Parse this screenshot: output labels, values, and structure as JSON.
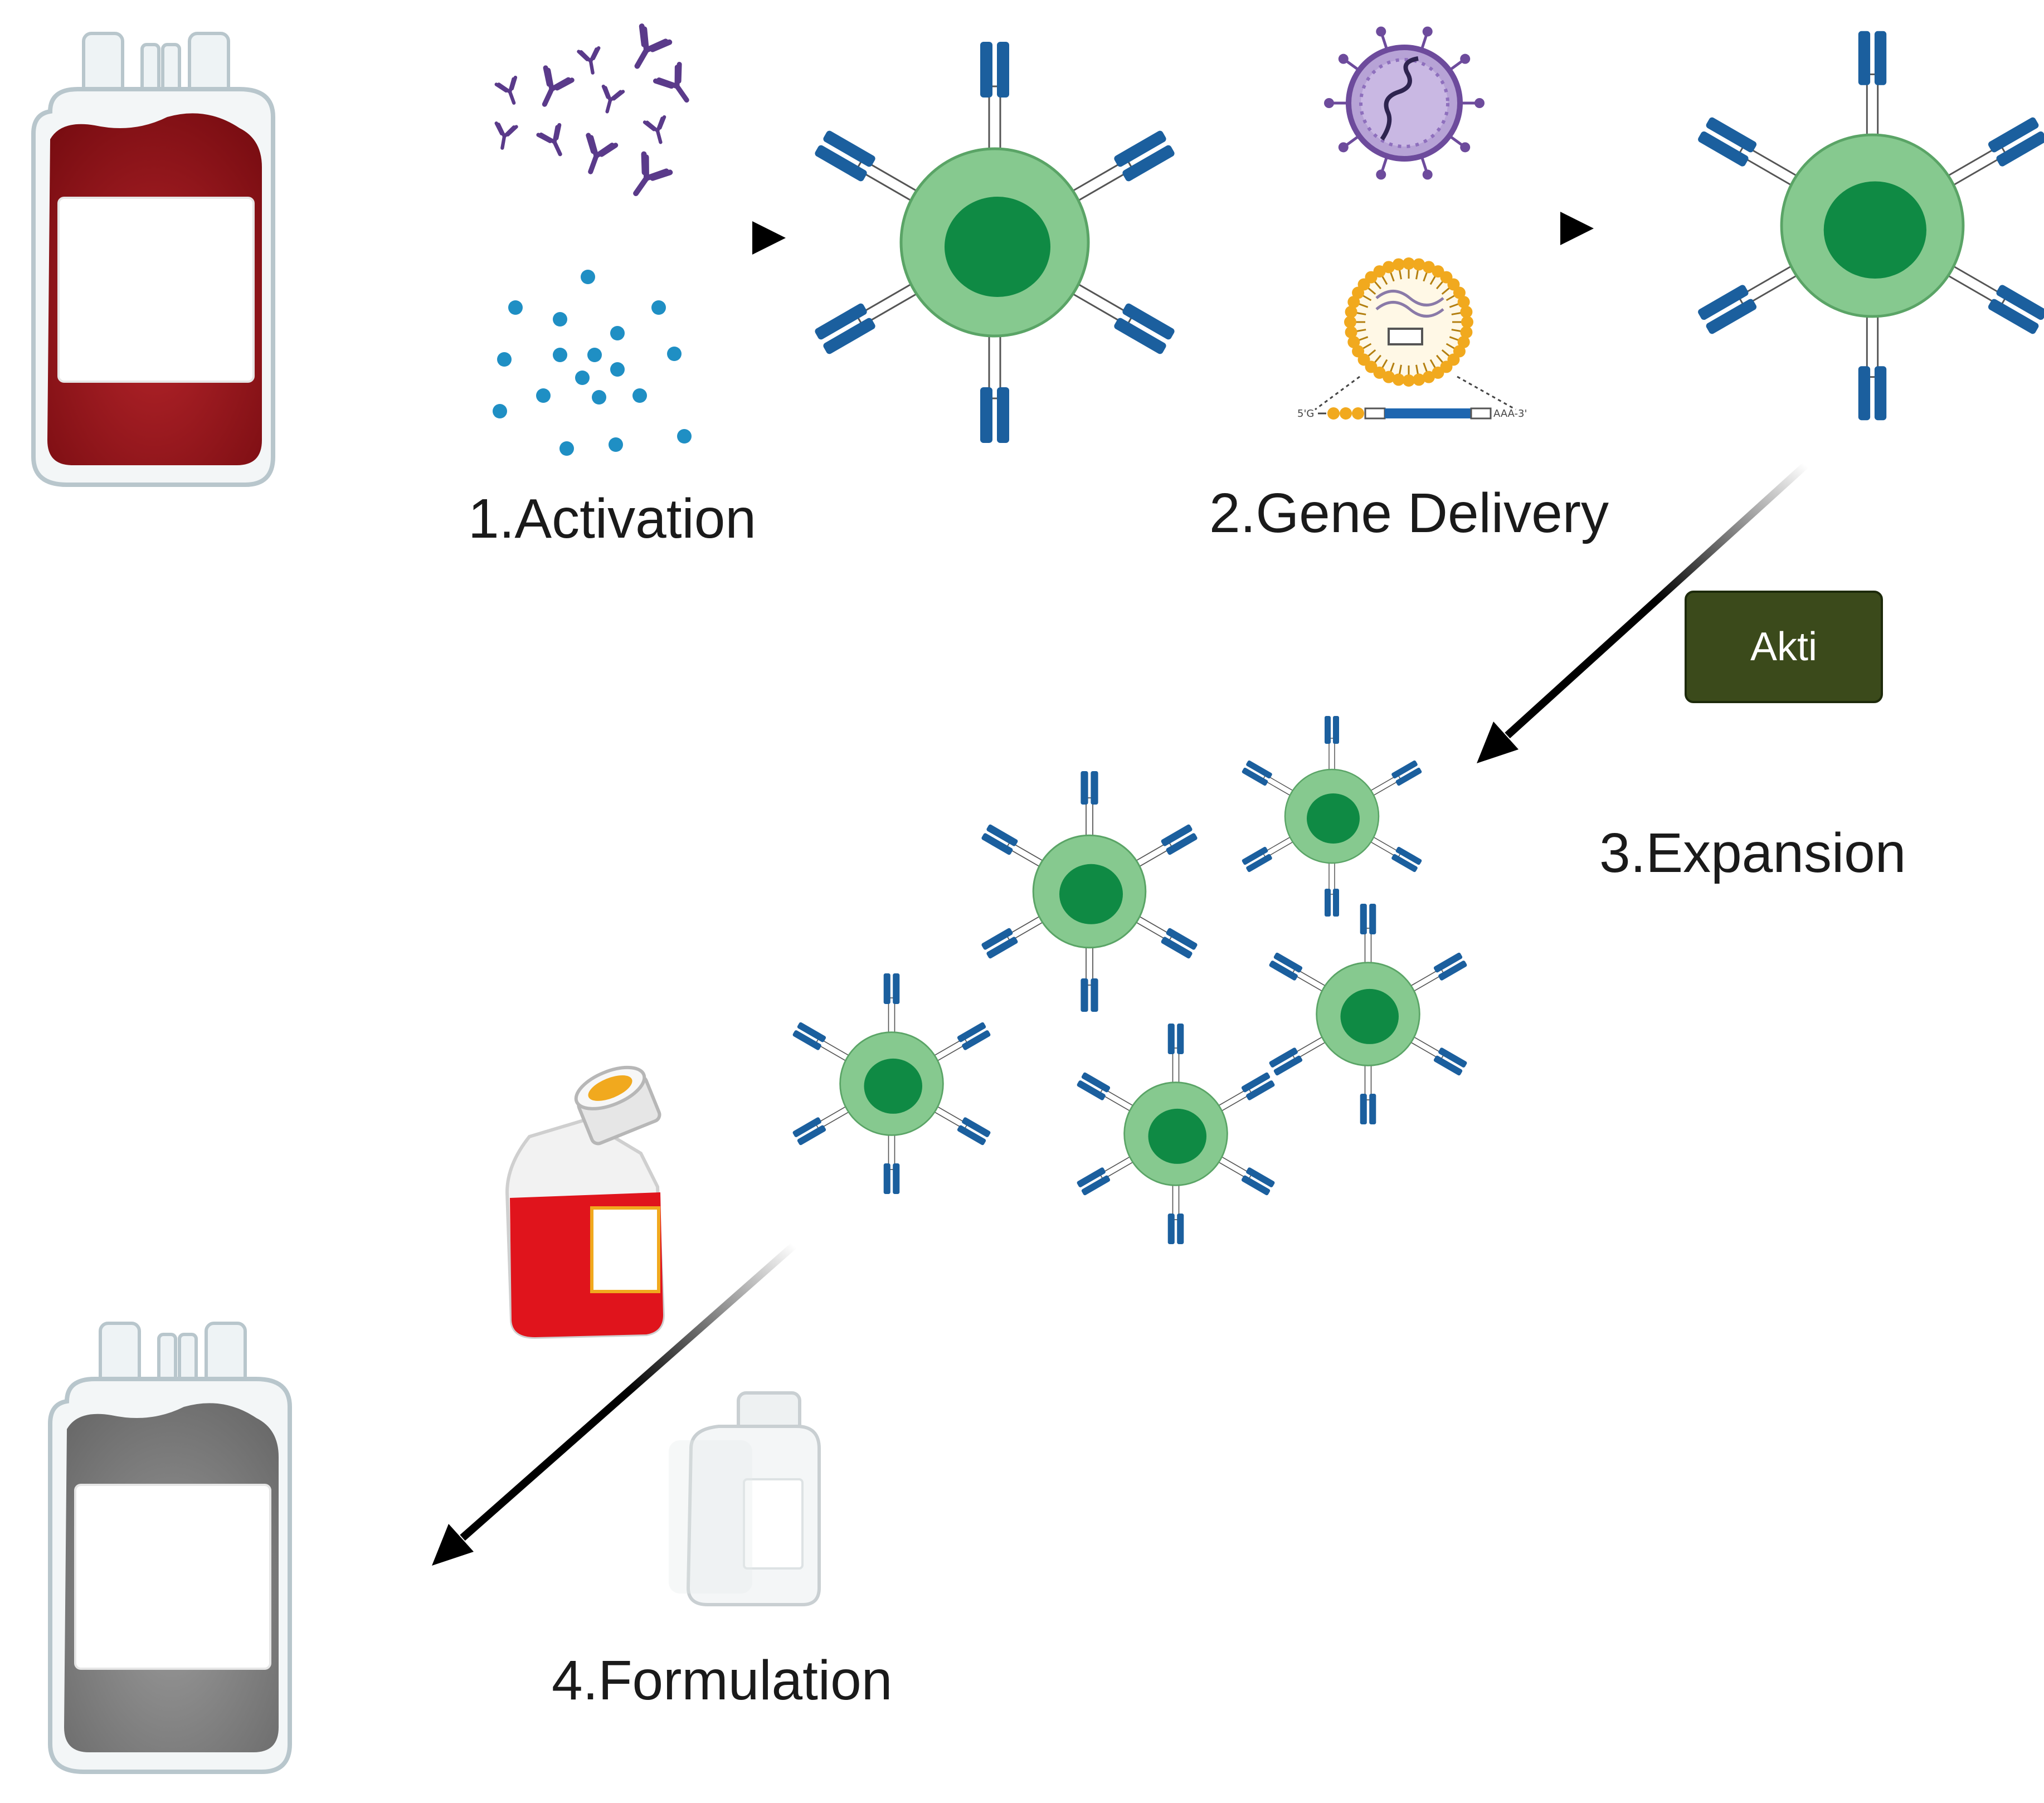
{
  "steps": {
    "activation": "1.Activation",
    "gene_delivery": "2.Gene Delivery",
    "expansion": "3.Expansion",
    "formulation": "4.Formulation"
  },
  "badge": {
    "label": "Akti"
  },
  "sequence": {
    "five_prime": "5'G",
    "three_prime": "AAA-3'"
  },
  "colors": {
    "blood_bag": "#8b1117",
    "final_bag": "#7a7a7a",
    "cell_outer": "#86c98f",
    "cell_nucleus": "#0f8a44",
    "receptor": "#1b5f9e",
    "antibody": "#5a3a8a",
    "bead": "#1f8fc4",
    "akti_badge": "#3b4a1b",
    "flask_medium": "#e0141c",
    "flask_cap": "#f1a91e"
  }
}
